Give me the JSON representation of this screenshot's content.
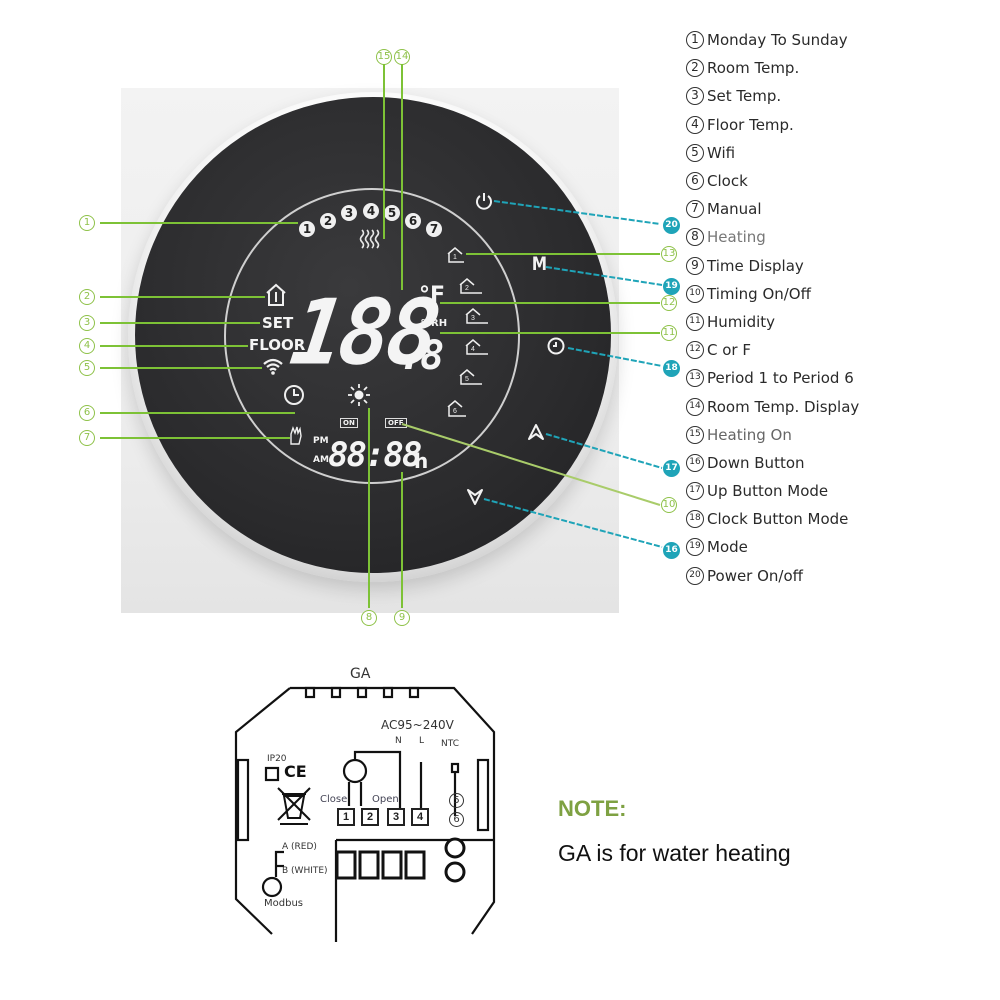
{
  "legend": {
    "items": [
      {
        "num": "1",
        "label": "Monday To Sunday"
      },
      {
        "num": "2",
        "label": "Room Temp."
      },
      {
        "num": "3",
        "label": "Set Temp."
      },
      {
        "num": "4",
        "label": "Floor Temp."
      },
      {
        "num": "5",
        "label": "Wifi"
      },
      {
        "num": "6",
        "label": "Clock"
      },
      {
        "num": "7",
        "label": "Manual"
      },
      {
        "num": "8",
        "label": "Heating"
      },
      {
        "num": "9",
        "label": "Time Display"
      },
      {
        "num": "10",
        "label": "Timing On/Off"
      },
      {
        "num": "11",
        "label": "Humidity"
      },
      {
        "num": "12",
        "label": "C or F"
      },
      {
        "num": "13",
        "label": "Period 1 to Period 6"
      },
      {
        "num": "14",
        "label": "Room Temp. Display"
      },
      {
        "num": "15",
        "label": "Heating On"
      },
      {
        "num": "16",
        "label": "Down Button"
      },
      {
        "num": "17",
        "label": "Up Button Mode"
      },
      {
        "num": "18",
        "label": "Clock Button Mode"
      },
      {
        "num": "19",
        "label": "Mode"
      },
      {
        "num": "20",
        "label": "Power On/off"
      }
    ]
  },
  "thermostat": {
    "days": [
      "1",
      "2",
      "3",
      "4",
      "5",
      "6",
      "7"
    ],
    "labels": {
      "set": "SET",
      "floor": "FLOOR",
      "unit_f": "°F",
      "humidity": "%RH",
      "pm": "PM",
      "am": "AM",
      "on": "ON",
      "off": "OFF",
      "hours": "h"
    },
    "temp_display": "188",
    "temp_decimal": ".8",
    "time_display": "88:88",
    "periods": [
      "1",
      "2",
      "3",
      "4",
      "5",
      "6"
    ],
    "buttons": {
      "power": "power-icon",
      "mode": "M",
      "clock": "clock-icon",
      "up": "up-arrow-icon",
      "down": "down-arrow-icon"
    },
    "icons": {
      "room": "house-thermometer-icon",
      "wifi": "wifi-icon",
      "clock": "clock-icon",
      "manual": "hand-icon",
      "heating": "sun-icon",
      "heating_on": "heat-waves-icon"
    }
  },
  "callouts": {
    "left": [
      "1",
      "2",
      "3",
      "4",
      "5",
      "6",
      "7"
    ],
    "top": [
      "15",
      "14"
    ],
    "bottom": [
      "8",
      "9"
    ],
    "right_green": [
      "13",
      "12",
      "11",
      "10"
    ],
    "right_blue": [
      "20",
      "19",
      "18",
      "17",
      "16"
    ]
  },
  "wiring": {
    "model": "GA",
    "voltage": "AC95~240V",
    "n": "N",
    "l": "L",
    "ntc": "NTC",
    "ip": "IP20",
    "ce": "CE",
    "close": "Close",
    "open": "Open",
    "terminals": [
      "1",
      "2",
      "3",
      "4"
    ],
    "ntc_terminals": [
      "5",
      "6"
    ],
    "a_red": "A (RED)",
    "b_white": "B (WHITE)",
    "modbus": "Modbus"
  },
  "note": {
    "title": "NOTE:",
    "text": "GA is for water heating"
  },
  "colors": {
    "callout_green": "#7dc236",
    "callout_blue": "#1fa4b8",
    "note_green": "#7ea142"
  }
}
